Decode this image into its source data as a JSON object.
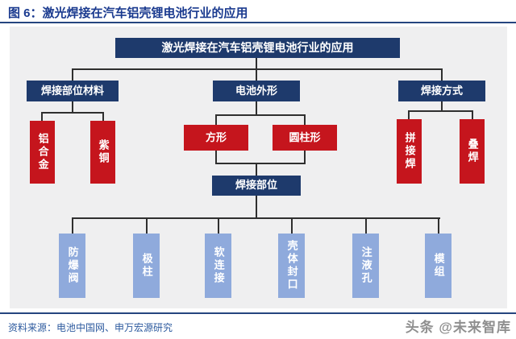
{
  "header": {
    "title": "图 6：激光焊接在汽车铝壳锂电池行业的应用"
  },
  "footer": {
    "source": "资料来源：电池中国网、申万宏源研究",
    "watermark": "头条 @未来智库"
  },
  "colors": {
    "navy": "#1e3a6c",
    "red": "#c5151d",
    "light_blue": "#8faadc",
    "panel": "#efeff0",
    "title_blue": "#1a3a8f",
    "source_blue": "#2e5b9f",
    "line": "#2f2f2f",
    "rule_navy": "#25457f",
    "watermark_gray": "#8f8f8f"
  },
  "chart_data": {
    "type": "tree-diagram",
    "title": "激光焊接在汽车铝壳锂电池行业的应用",
    "root": "激光焊接在汽车铝壳锂电池行业的应用",
    "branches": [
      {
        "label": "焊接部位材料",
        "children": [
          "铝合金",
          "紫铜"
        ]
      },
      {
        "label": "电池外形",
        "children": [
          "方形",
          "圆柱形"
        ]
      },
      {
        "label": "焊接方式",
        "children": [
          "拼接焊",
          "叠焊"
        ]
      }
    ],
    "mid": {
      "label": "焊接部位",
      "children": [
        "防爆阀",
        "极柱",
        "软连接",
        "壳体封口",
        "注液孔",
        "模组"
      ]
    }
  }
}
